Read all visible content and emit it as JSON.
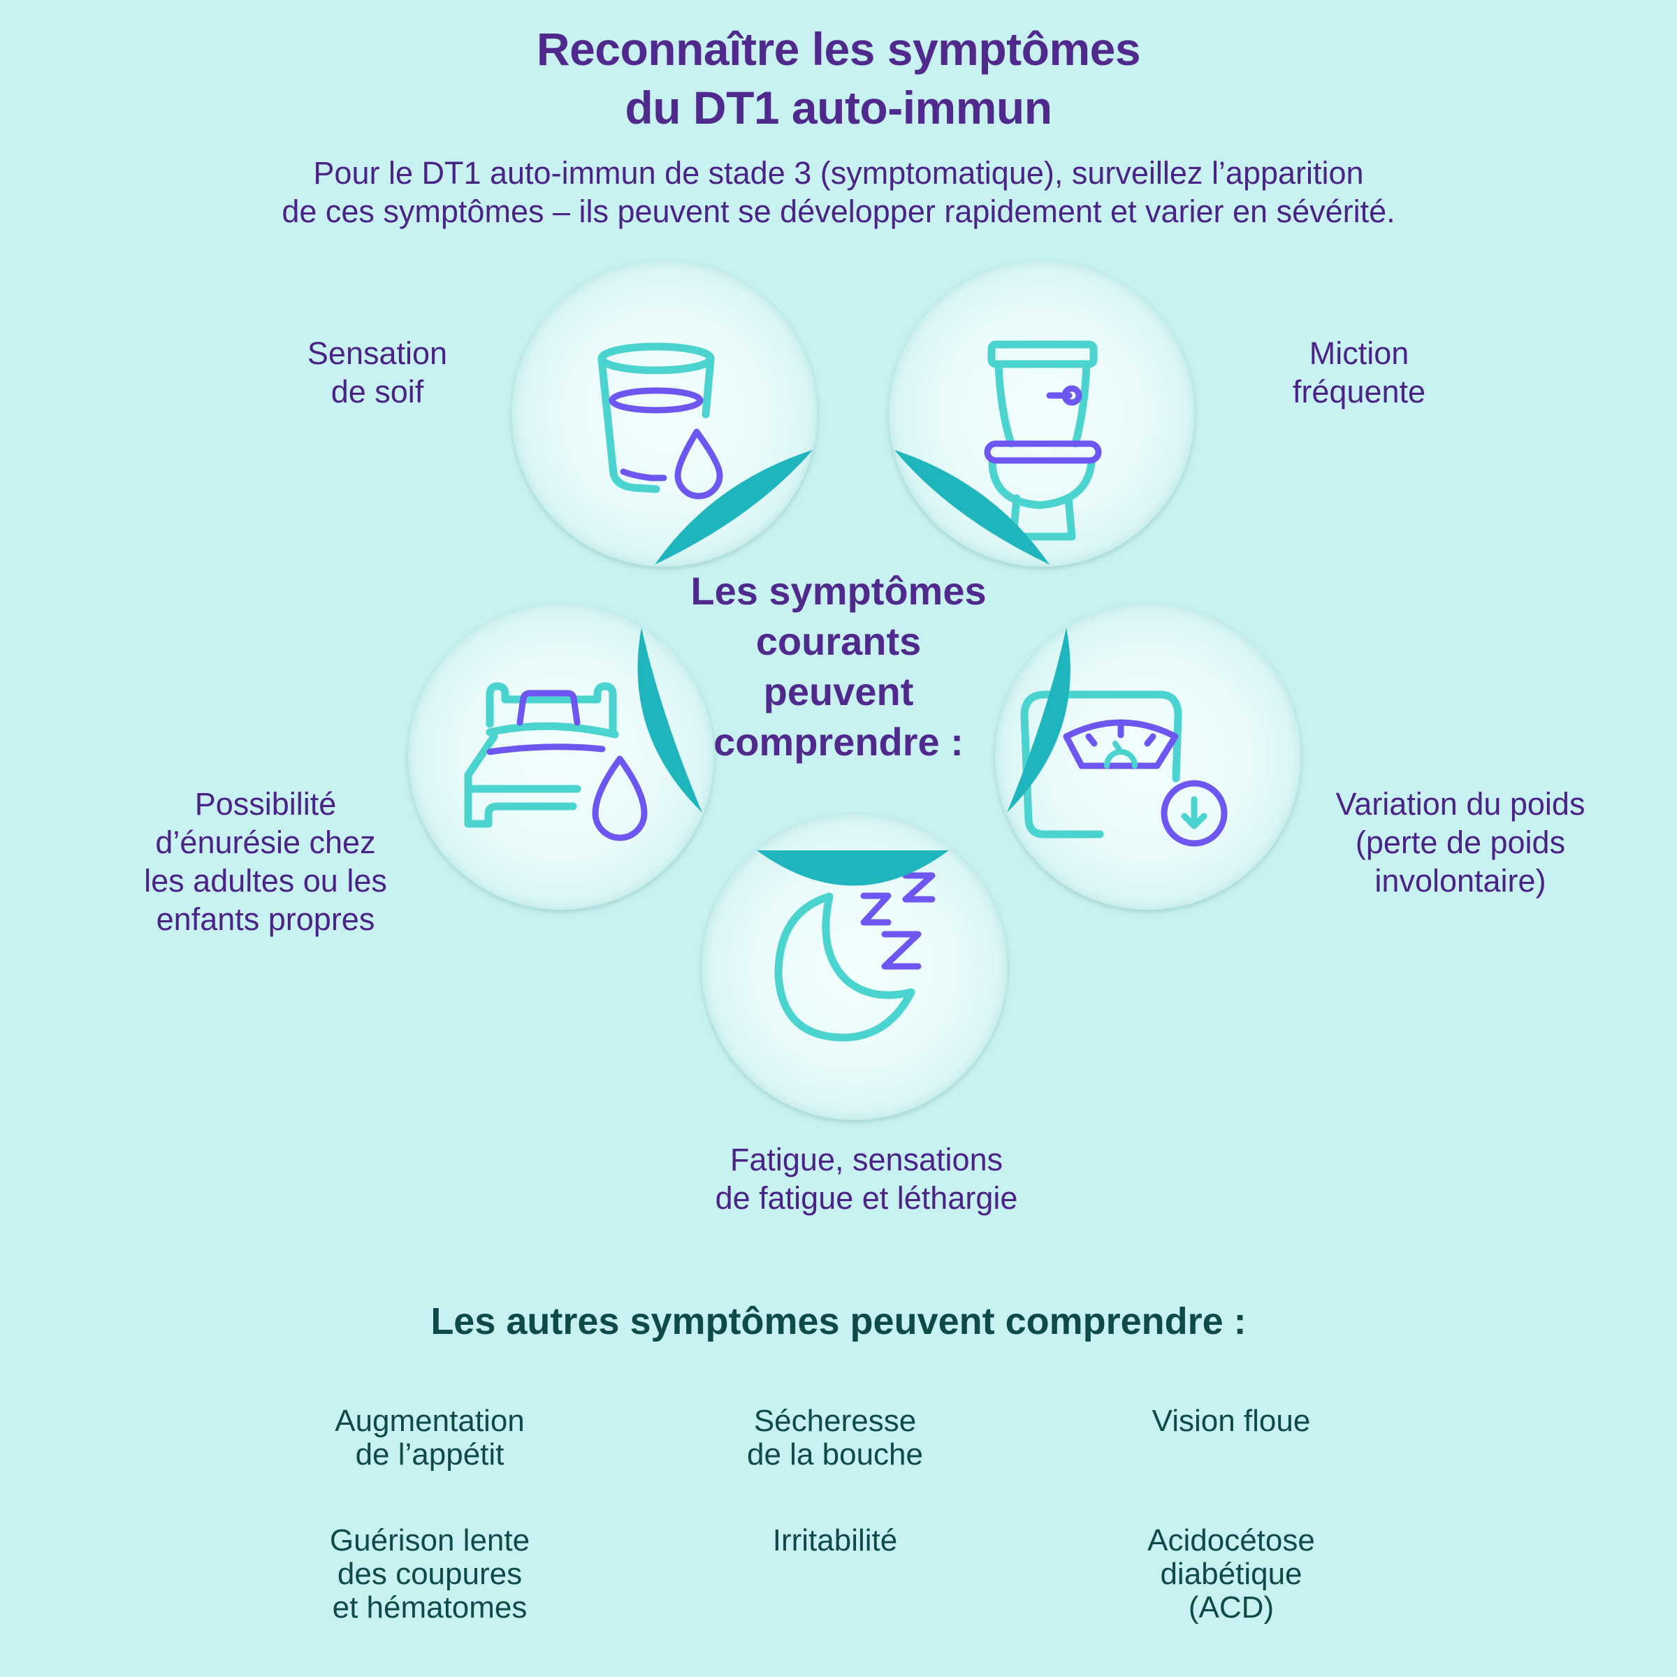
{
  "header": {
    "title_lines": [
      "Reconnaître les symptômes",
      "du DT1 auto-immun"
    ],
    "subtitle_lines": [
      "Pour le DT1 auto-immun de stade 3 (symptomatique), surveillez l’apparition",
      "de ces symptômes – ils peuvent se développer rapidement et varier en sévérité."
    ]
  },
  "center": {
    "lines": [
      "Les symptômes",
      "courants",
      "peuvent",
      "comprendre :"
    ]
  },
  "common_symptoms": [
    {
      "icon": "glass-of-water-icon",
      "label_lines": [
        "Sensation",
        "de soif"
      ]
    },
    {
      "icon": "toilet-icon",
      "label_lines": [
        "Miction",
        "fréquente"
      ]
    },
    {
      "icon": "bed-with-drop-icon",
      "label_lines": [
        "Possibilité",
        "d’énurésie chez",
        "les adultes ou les",
        "enfants propres"
      ]
    },
    {
      "icon": "weight-scale-down-icon",
      "label_lines": [
        "Variation du poids",
        "(perte de poids",
        "involontaire)"
      ]
    },
    {
      "icon": "moon-sleep-icon",
      "label_lines": [
        "Fatigue, sensations",
        "de fatigue et léthargie"
      ]
    }
  ],
  "other": {
    "heading": "Les autres symptômes peuvent comprendre :",
    "items": [
      {
        "lines": [
          "Augmentation",
          "de l’appétit"
        ]
      },
      {
        "lines": [
          "Sécheresse",
          "de la bouche"
        ]
      },
      {
        "lines": [
          "Vision floue"
        ]
      },
      {
        "lines": [
          "Guérison lente",
          "des coupures",
          "et hématomes"
        ]
      },
      {
        "lines": [
          "Irritabilité"
        ]
      },
      {
        "lines": [
          "Acidocétose",
          "diabétique",
          "(ACD)"
        ]
      }
    ]
  },
  "colors": {
    "background": "#c8f2f1",
    "title": "#4f2a8c",
    "label": "#4a2387",
    "other_text": "#0e4a47",
    "icon_teal": "#4bd3d0",
    "icon_violet": "#6e57f0",
    "curl": "#1fb5bd"
  }
}
